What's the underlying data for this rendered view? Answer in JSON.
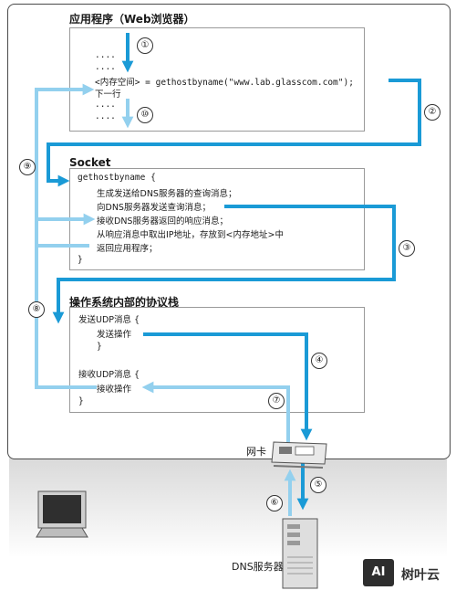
{
  "app_section": {
    "title": "应用程序（Web浏览器）",
    "code_lines": [
      "....",
      "....",
      "<内存空间> = gethostbyname(\"www.lab.glasscom.com\");",
      "下一行",
      "....",
      "...."
    ]
  },
  "socket_section": {
    "title": "Socket",
    "fn_header": "gethostbyname  {",
    "lines": [
      "生成发送给DNS服务器的查询消息；",
      "向DNS服务器发送查询消息；",
      "接收DNS服务器返回的响应消息；",
      "从响应消息中取出IP地址，存放到<内存地址>中",
      "返回应用程序；"
    ],
    "closing": "}"
  },
  "stack_section": {
    "title": "操作系统内部的协议栈",
    "send_header": "发送UDP消息   {",
    "send_op": "发送操作",
    "send_close": "}",
    "recv_header": "接收UDP消息   {",
    "recv_op": "接收操作",
    "recv_close": "}"
  },
  "labels": {
    "nic": "网卡",
    "dns_server": "DNS服务器",
    "watermark": "树叶云",
    "watermark_logo": "AI"
  },
  "steps": [
    "①",
    "②",
    "③",
    "④",
    "⑤",
    "⑥",
    "⑦",
    "⑧",
    "⑨",
    "⑩"
  ],
  "colors": {
    "outgoing": "#1a9ad6",
    "incoming": "#93d0ee"
  }
}
